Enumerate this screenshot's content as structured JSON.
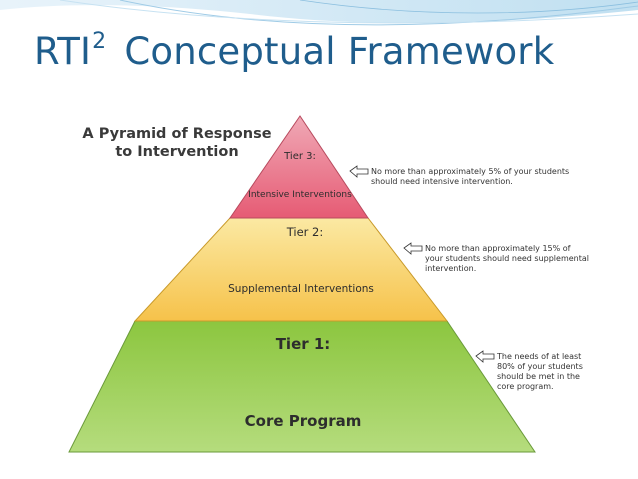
{
  "slide": {
    "title_main": "RTI",
    "title_sup": "2",
    "title_rest": "Conceptual Framework",
    "title_color": "#1f5d8c"
  },
  "pyramid": {
    "heading_lines": [
      "A Pyramid of Response",
      "to Intervention"
    ],
    "tiers": {
      "tier3": {
        "name": "Tier 3:",
        "program": "Intensive Interventions",
        "color_top": "#f0a9b6",
        "color_bottom": "#e65b74"
      },
      "tier2": {
        "name": "Tier 2:",
        "program": "Supplemental Interventions",
        "color_top": "#fbe9a3",
        "color_bottom": "#f6c24a"
      },
      "tier1": {
        "name": "Tier 1:",
        "program": "Core Program",
        "color_top": "#8cc63f",
        "color_bottom": "#b5dc7d"
      }
    },
    "notes": {
      "tier3": [
        "No more than approximately 5% of your students",
        "should need intensive intervention."
      ],
      "tier2": [
        "No more than approximately 15% of",
        "your students should need supplemental",
        "intervention."
      ],
      "tier1": [
        "The needs of at least",
        "80% of your students",
        "should be met in the",
        "core program."
      ]
    },
    "arrow_icon": "left-arrow-icon"
  }
}
